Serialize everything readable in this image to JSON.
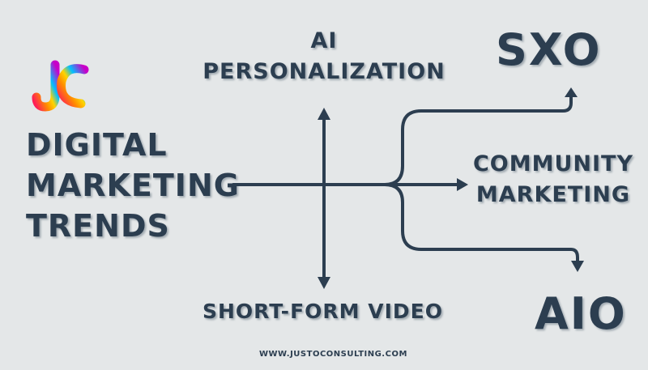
{
  "logo": {
    "text": "JC",
    "colors": [
      "#ff1e56",
      "#ff8c00",
      "#ffd400",
      "#00c0ff",
      "#6a00ff",
      "#c800c8"
    ]
  },
  "title": {
    "lines": [
      "DIGITAL",
      "MARKETING",
      "TRENDS"
    ]
  },
  "axis": {
    "top": {
      "lines": [
        "AI",
        "PERSONALIZATION"
      ]
    },
    "bottom": "SHORT-FORM VIDEO"
  },
  "branches": {
    "up": "SXO",
    "middle": {
      "lines": [
        "COMMUNITY",
        "MARKETING"
      ]
    },
    "down": "AIO"
  },
  "footer": {
    "url": "WWW.JUSTOCONSULTING.COM"
  },
  "colors": {
    "background": "#e4e7e8",
    "ink": "#2c3e50"
  }
}
